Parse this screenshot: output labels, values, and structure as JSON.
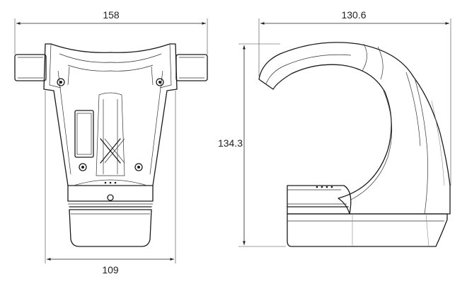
{
  "drawing": {
    "dimensions": {
      "front_width": "158",
      "front_base_width": "109",
      "side_width": "130.6",
      "side_height": "134.3"
    }
  }
}
